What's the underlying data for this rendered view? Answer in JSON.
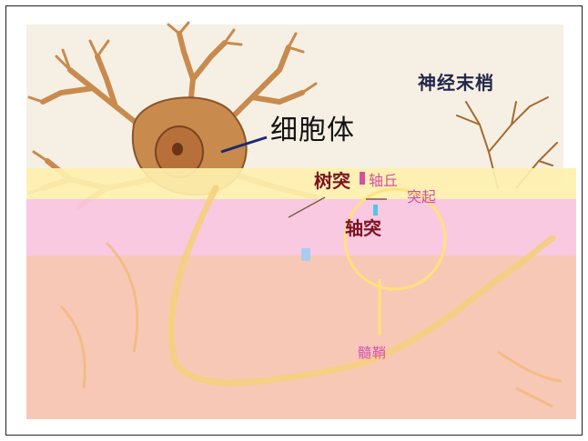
{
  "labels": {
    "cell_body": "细胞体",
    "nerve_terminal": "神经末梢",
    "dendrite": "树突",
    "axon_hillock": "轴丘",
    "projection": "突起",
    "axon": "轴突",
    "myelin_sheath": "髓鞘"
  },
  "colors": {
    "cell_fill": "#c98a4e",
    "cell_outline": "#8c5428",
    "nucleus": "#a85f2f",
    "band_yellow": "#fdf0ae",
    "band_pink": "#f9c6df",
    "band_salmon": "#f8c8b6",
    "callout_yellow": "#ffe27a",
    "leader_line": "#1e2a6a"
  }
}
